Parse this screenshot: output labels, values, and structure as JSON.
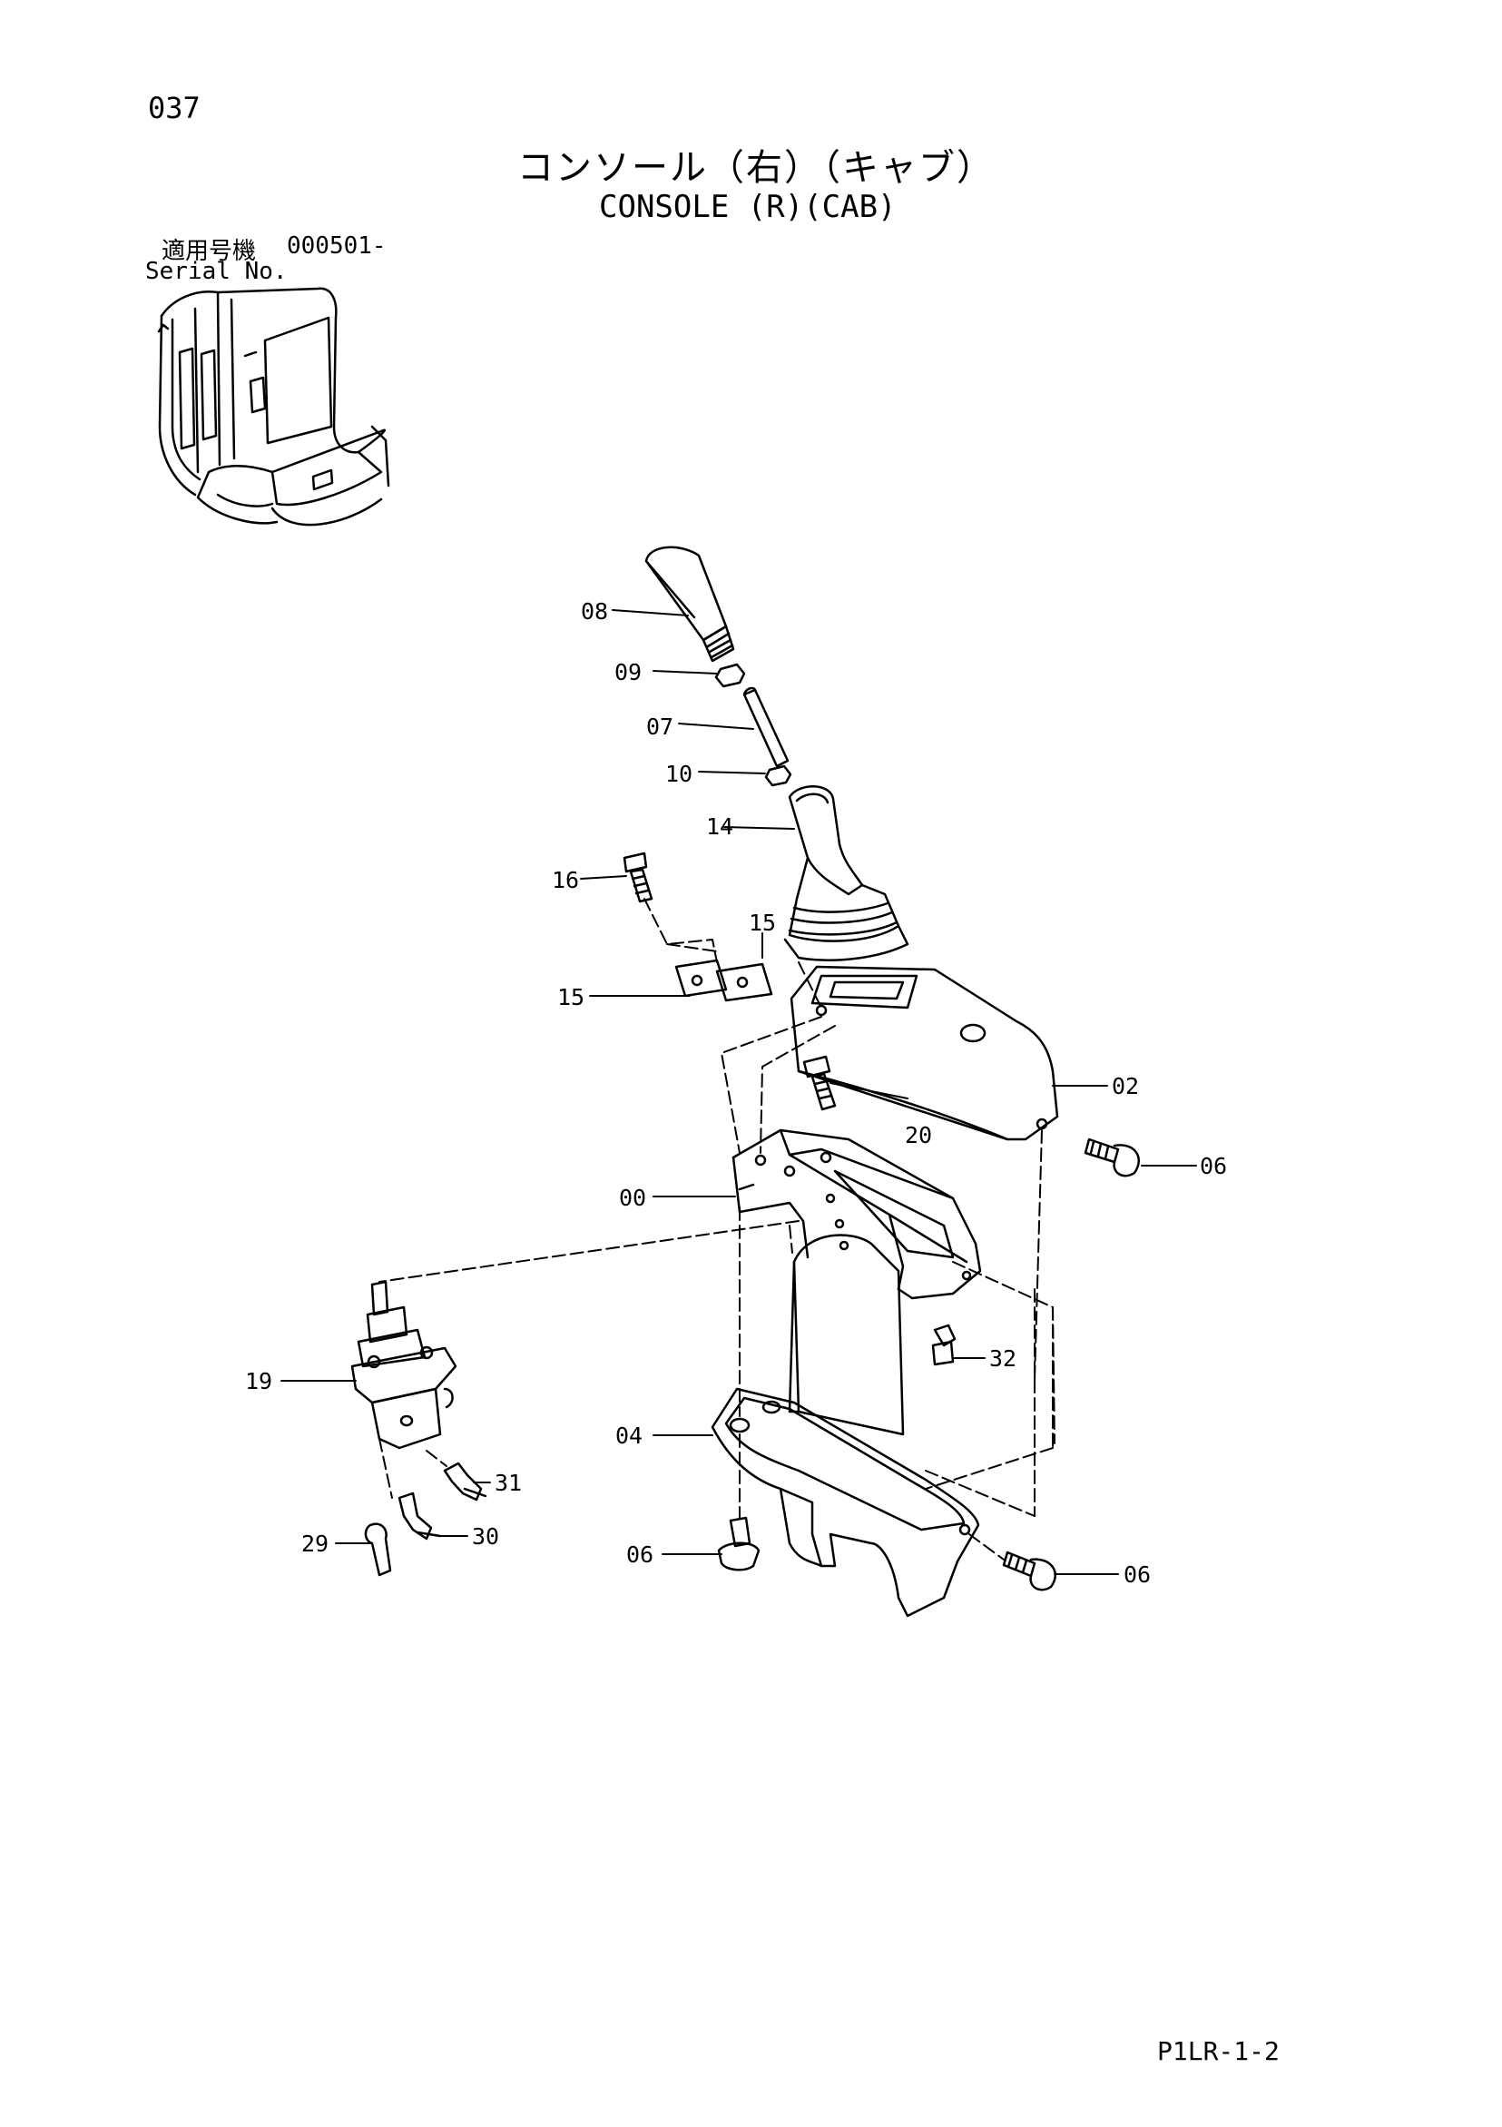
{
  "page": {
    "number": "037",
    "title_jp": "コンソール（右）（キャブ）",
    "title_en": "CONSOLE (R)(CAB)",
    "serial_label_jp": "適用号機",
    "serial_range": "000501-",
    "serial_label_en": "Serial No.",
    "drawing_code": "P1LR-1-2"
  },
  "parts": [
    {
      "id": "08"
    },
    {
      "id": "09"
    },
    {
      "id": "07"
    },
    {
      "id": "10"
    },
    {
      "id": "14"
    },
    {
      "id": "16"
    },
    {
      "id": "15"
    },
    {
      "id": "15"
    },
    {
      "id": "02"
    },
    {
      "id": "20"
    },
    {
      "id": "06"
    },
    {
      "id": "00"
    },
    {
      "id": "19"
    },
    {
      "id": "32"
    },
    {
      "id": "04"
    },
    {
      "id": "31"
    },
    {
      "id": "29"
    },
    {
      "id": "30"
    },
    {
      "id": "06"
    },
    {
      "id": "06"
    }
  ]
}
